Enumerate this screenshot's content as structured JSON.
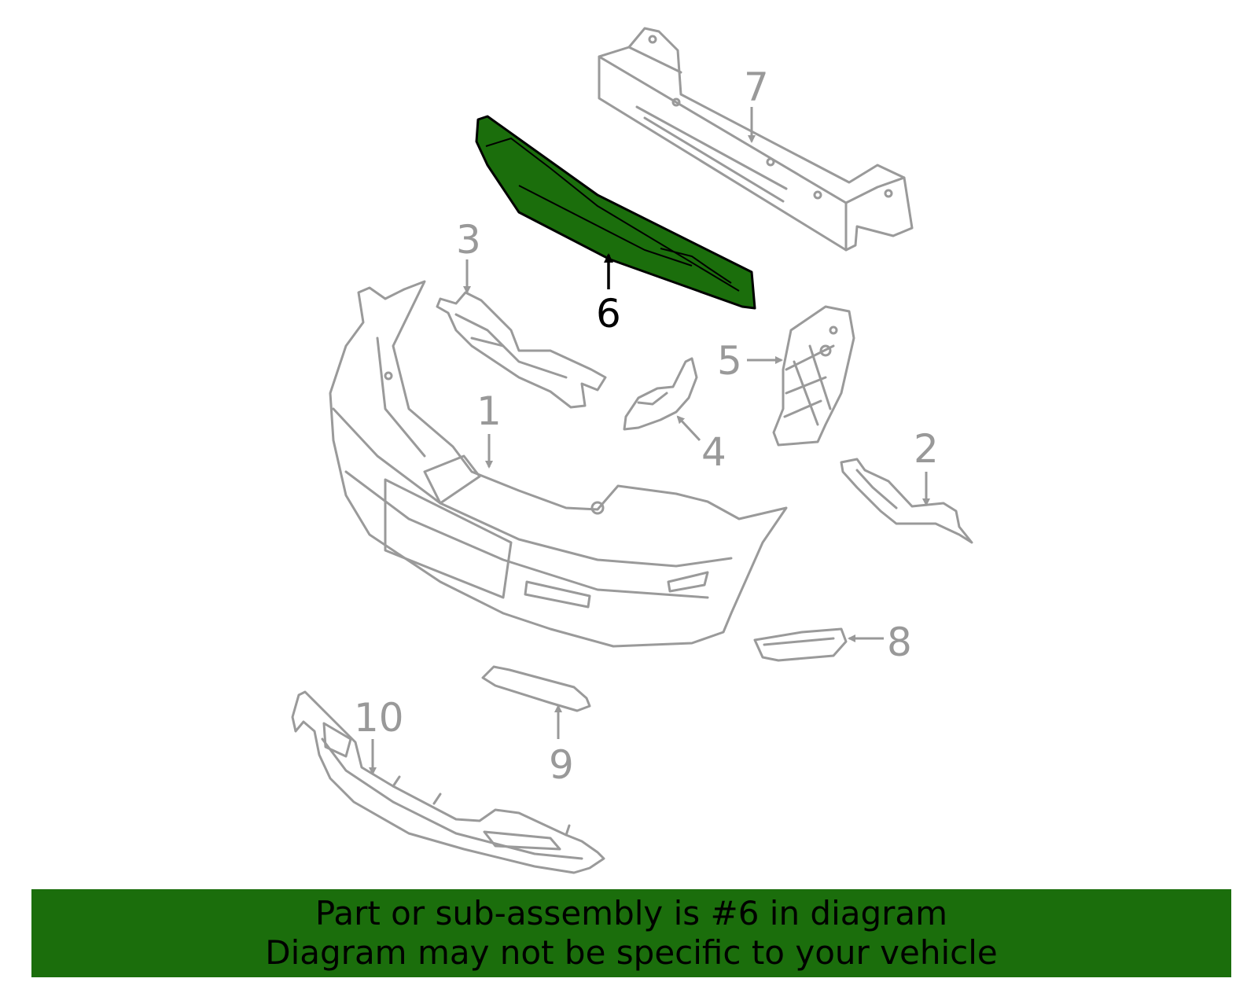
{
  "diagram": {
    "highlighted_part": "6",
    "highlight_color": "#1b6e0c",
    "line_color": "#9a9a9a",
    "callouts": [
      {
        "id": "1",
        "label": "1"
      },
      {
        "id": "2",
        "label": "2"
      },
      {
        "id": "3",
        "label": "3"
      },
      {
        "id": "4",
        "label": "4"
      },
      {
        "id": "5",
        "label": "5"
      },
      {
        "id": "6",
        "label": "6"
      },
      {
        "id": "7",
        "label": "7"
      },
      {
        "id": "8",
        "label": "8"
      },
      {
        "id": "9",
        "label": "9"
      },
      {
        "id": "10",
        "label": "10"
      }
    ]
  },
  "banner": {
    "line1": "Part or sub-assembly is #6 in diagram",
    "line2": "Diagram may not be specific to your vehicle",
    "background": "#1b6e0c"
  }
}
